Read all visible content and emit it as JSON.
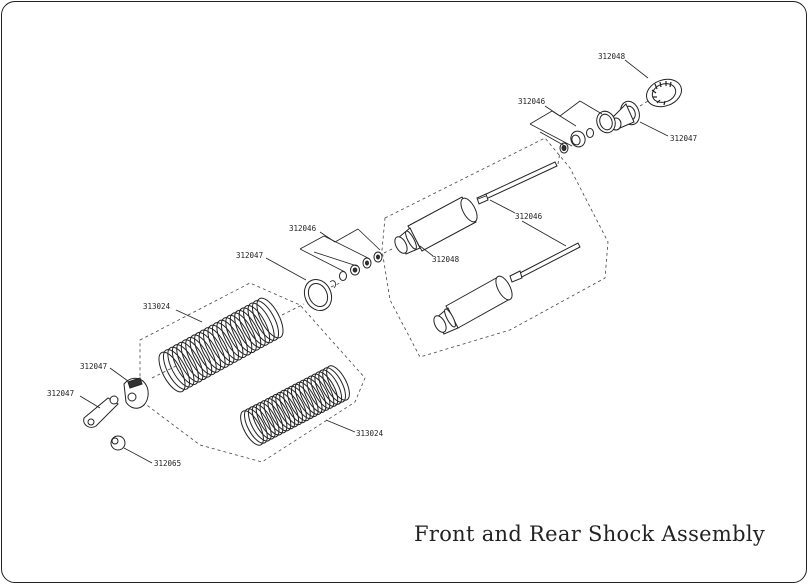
{
  "title": "Front and Rear Shock Assembly",
  "labels": [
    {
      "id": "cap-top",
      "text": "312048"
    },
    {
      "id": "shims-top",
      "text": "312046"
    },
    {
      "id": "collar-top",
      "text": "312047"
    },
    {
      "id": "shaft-label",
      "text": "312046"
    },
    {
      "id": "body-label",
      "text": "312048"
    },
    {
      "id": "shims-mid",
      "text": "312046"
    },
    {
      "id": "collar-mid",
      "text": "312047"
    },
    {
      "id": "spring-left",
      "text": "313024"
    },
    {
      "id": "retainer",
      "text": "312047"
    },
    {
      "id": "rod-end",
      "text": "312047"
    },
    {
      "id": "spring-right",
      "text": "313024"
    },
    {
      "id": "ball",
      "text": "312065"
    }
  ]
}
